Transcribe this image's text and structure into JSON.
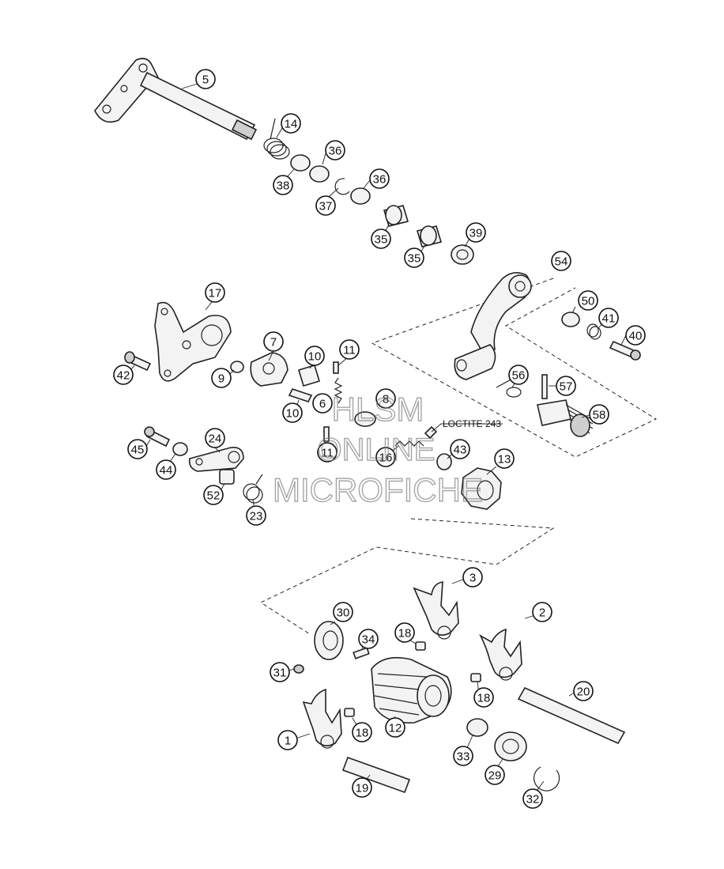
{
  "diagram": {
    "note": "LOCTITE 243",
    "watermark": [
      "HLSM",
      "ONLINE",
      "MICROFICHE"
    ],
    "callouts": [
      {
        "id": "5"
      },
      {
        "id": "14"
      },
      {
        "id": "36"
      },
      {
        "id": "38"
      },
      {
        "id": "37"
      },
      {
        "id": "36"
      },
      {
        "id": "35"
      },
      {
        "id": "35"
      },
      {
        "id": "39"
      },
      {
        "id": "54"
      },
      {
        "id": "50"
      },
      {
        "id": "41"
      },
      {
        "id": "40"
      },
      {
        "id": "17"
      },
      {
        "id": "7"
      },
      {
        "id": "10"
      },
      {
        "id": "11"
      },
      {
        "id": "42"
      },
      {
        "id": "9"
      },
      {
        "id": "6"
      },
      {
        "id": "8"
      },
      {
        "id": "10"
      },
      {
        "id": "56"
      },
      {
        "id": "57"
      },
      {
        "id": "58"
      },
      {
        "id": "24"
      },
      {
        "id": "45"
      },
      {
        "id": "44"
      },
      {
        "id": "11"
      },
      {
        "id": "16"
      },
      {
        "id": "43"
      },
      {
        "id": "13"
      },
      {
        "id": "52"
      },
      {
        "id": "23"
      },
      {
        "id": "3"
      },
      {
        "id": "30"
      },
      {
        "id": "2"
      },
      {
        "id": "18"
      },
      {
        "id": "34"
      },
      {
        "id": "31"
      },
      {
        "id": "18"
      },
      {
        "id": "20"
      },
      {
        "id": "12"
      },
      {
        "id": "18"
      },
      {
        "id": "1"
      },
      {
        "id": "33"
      },
      {
        "id": "29"
      },
      {
        "id": "19"
      },
      {
        "id": "32"
      }
    ]
  }
}
